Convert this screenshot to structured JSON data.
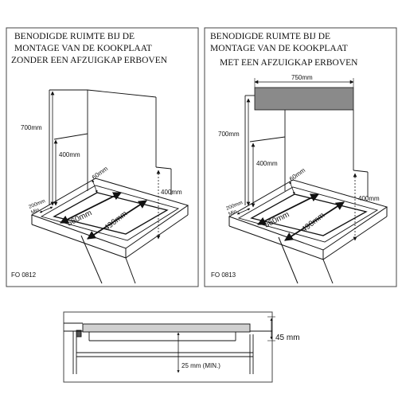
{
  "panels": [
    {
      "title_lines": [
        "BENODIGDE RUIMTE BIJ DE",
        "MONTAGE   VAN  DE KOOKPLAAT",
        "ZONDER EEN AFZUIGKAP ERBOVEN"
      ],
      "dim_height_wall": "700mm",
      "dim_vertical_left": "400mm",
      "dim_vertical_right": "400mm",
      "dim_depth_back": "60mm",
      "dim_min_side": "200mm",
      "dim_min_label": "Min.",
      "dim_width": "560mm",
      "dim_depth": "490mm",
      "code": "FO 0812"
    },
    {
      "title_lines": [
        "BENODIGDE  RUIMTE  BIJ DE",
        "MONTAGE   VAN   DE KOOKPLAAT",
        "MET EEN AFZUIGKAP ERBOVEN"
      ],
      "dim_hood_width": "750mm",
      "dim_height_wall": "700mm",
      "dim_vertical_left": "400mm",
      "dim_vertical_right": "400mm",
      "dim_depth_back": "60mm",
      "dim_min_side": "200mm",
      "dim_min_label": "Min.",
      "dim_width": "560mm",
      "dim_depth": "490mm",
      "code": "FO 0813"
    }
  ],
  "section": {
    "dim_thickness": "45 mm",
    "dim_clearance": "25 mm (MIN.)"
  },
  "colors": {
    "line": "#111111",
    "frame": "#444444",
    "hood": "#8a8a8a"
  }
}
